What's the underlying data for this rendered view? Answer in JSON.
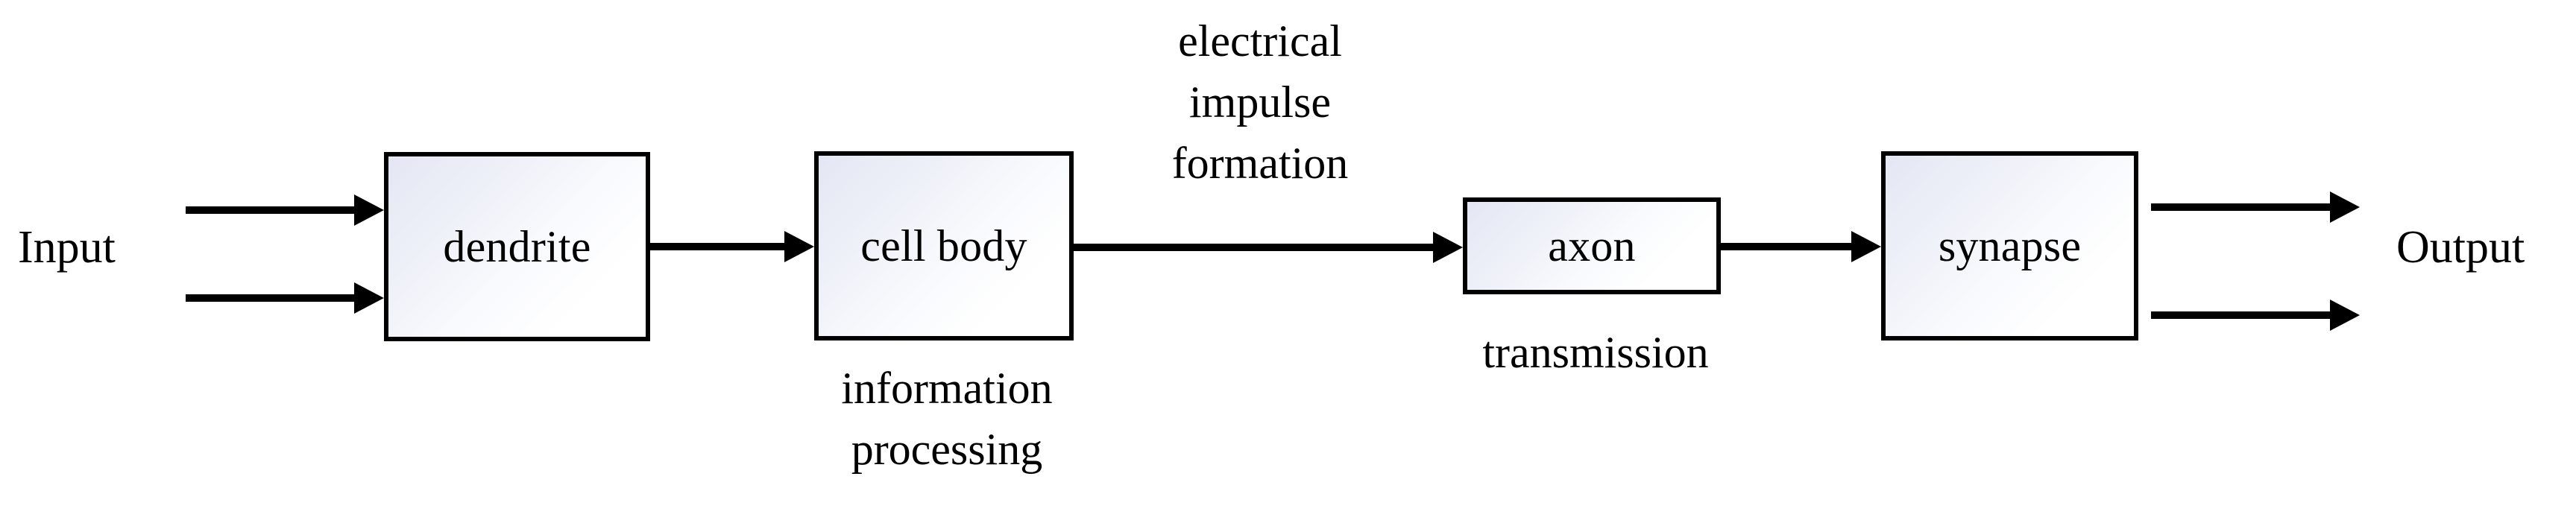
{
  "diagram": {
    "title": "Neuron signal flow block diagram",
    "colors": {
      "stroke": "#000000",
      "box_fill_start": "#e4e7f3",
      "box_fill_end": "#ffffff",
      "background": "#ffffff"
    },
    "endpoints": {
      "input_label": "Input",
      "output_label": "Output"
    },
    "blocks": [
      {
        "id": "dendrite",
        "label": "dendrite"
      },
      {
        "id": "cell-body",
        "label": "cell body"
      },
      {
        "id": "axon",
        "label": "axon"
      },
      {
        "id": "synapse",
        "label": "synapse"
      }
    ],
    "captions": [
      {
        "id": "information-processing",
        "text": "information\nprocessing",
        "attached_to": "cell-body",
        "position": "below"
      },
      {
        "id": "electrical-impulse-formation",
        "text": "electrical\nimpulse\nformation",
        "attached_to": "cell-body-to-axon",
        "position": "above"
      },
      {
        "id": "transmission",
        "text": "transmission",
        "attached_to": "axon",
        "position": "below"
      }
    ],
    "arrows": [
      {
        "id": "input-top",
        "from": "Input",
        "to": "dendrite"
      },
      {
        "id": "input-bottom",
        "from": "Input",
        "to": "dendrite"
      },
      {
        "id": "dendrite-to-cell-body",
        "from": "dendrite",
        "to": "cell body"
      },
      {
        "id": "cell-body-to-axon",
        "from": "cell body",
        "to": "axon"
      },
      {
        "id": "axon-to-synapse",
        "from": "axon",
        "to": "synapse"
      },
      {
        "id": "synapse-to-output-top",
        "from": "synapse",
        "to": "Output"
      },
      {
        "id": "synapse-to-output-bottom",
        "from": "synapse",
        "to": "Output"
      }
    ]
  }
}
